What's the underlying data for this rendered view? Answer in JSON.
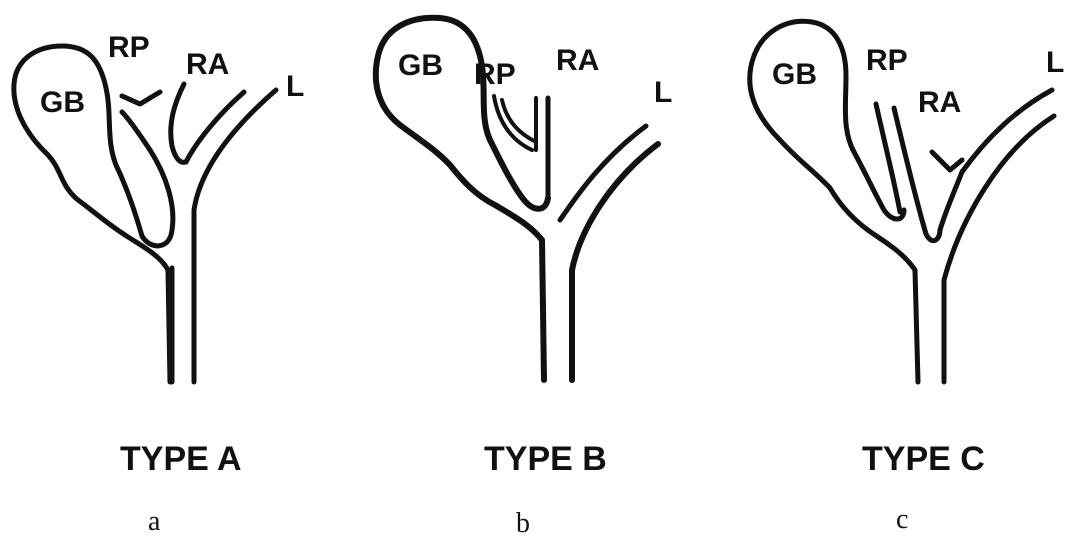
{
  "panels": [
    {
      "key": "a",
      "gb": "GB",
      "rp": "RP",
      "ra": "RA",
      "l": "L",
      "type_label": "TYPE A",
      "sub_label": "a"
    },
    {
      "key": "b",
      "gb": "GB",
      "rp": "RP",
      "ra": "RA",
      "l": "L",
      "type_label": "TYPE B",
      "sub_label": "b"
    },
    {
      "key": "c",
      "gb": "GB",
      "rp": "RP",
      "ra": "RA",
      "l": "L",
      "type_label": "TYPE C",
      "sub_label": "c"
    }
  ]
}
